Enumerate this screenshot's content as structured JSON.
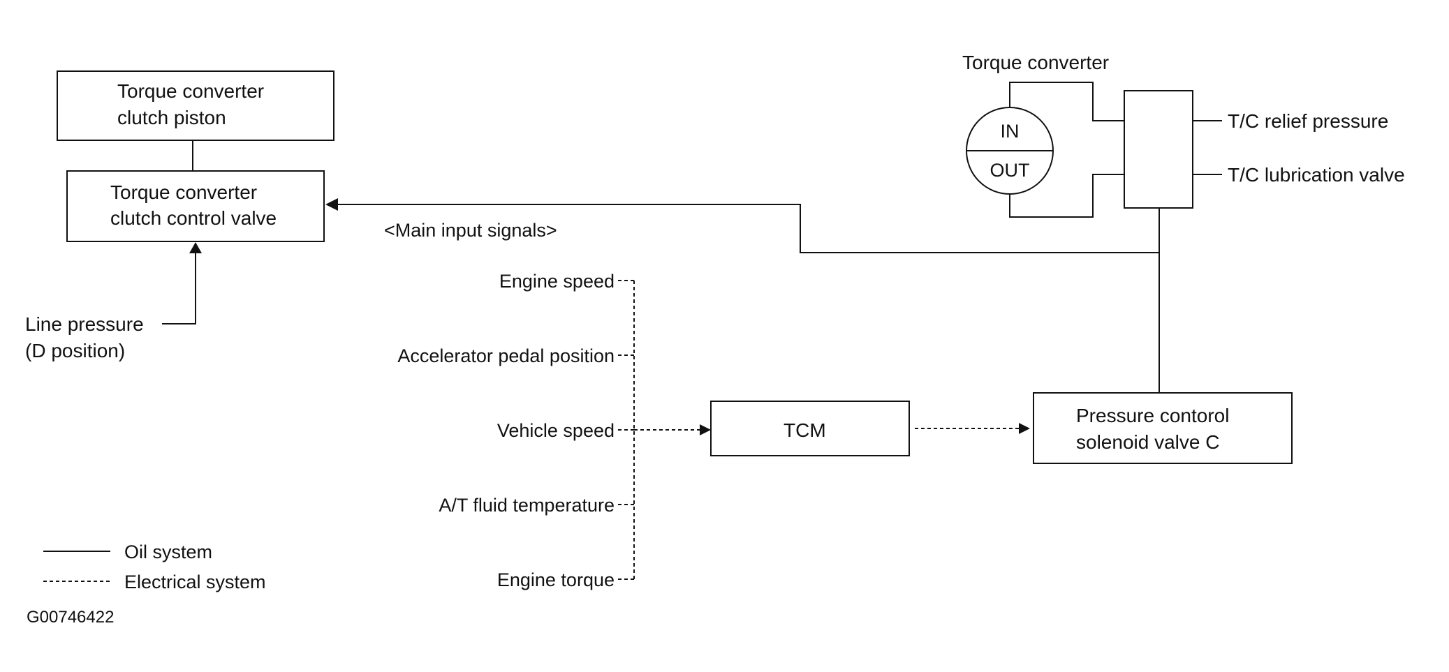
{
  "piston_box": {
    "line1": "Torque converter",
    "line2": "clutch piston"
  },
  "valve_box": {
    "line1": "Torque converter",
    "line2": "clutch control valve"
  },
  "line_pressure": {
    "line1": "Line pressure",
    "line2": "(D position)"
  },
  "main_input_signals": "<Main input signals>",
  "inputs": [
    "Engine speed",
    "Accelerator pedal position",
    "Vehicle speed",
    "A/T fluid temperature",
    "Engine torque"
  ],
  "tcm": "TCM",
  "solenoid_box": {
    "line1": "Pressure contorol",
    "line2": "solenoid valve C"
  },
  "torque_converter": {
    "title": "Torque converter",
    "in_label": "IN",
    "out_label": "OUT"
  },
  "outputs": {
    "relief": "T/C relief pressure",
    "lubrication": "T/C lubrication valve"
  },
  "legend": {
    "oil": "Oil system",
    "electrical": "Electrical system"
  },
  "figure_id": "G00746422"
}
